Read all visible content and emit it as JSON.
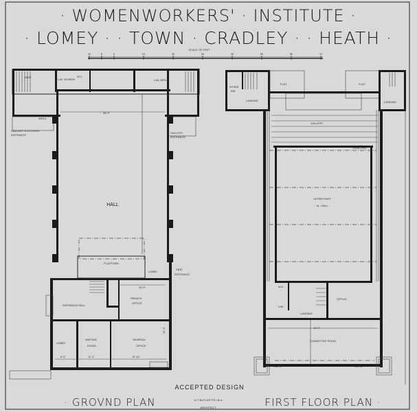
{
  "title": {
    "line1": "· WOMENWORKERS' · INSTITUTE ·",
    "line2": "· LOMEY · · TOWN · CRADLEY · · HEATH ·",
    "scale_label": "· SCALE OF FEET ·",
    "scale_ticks": [
      "10",
      "5",
      "0",
      "10",
      "20",
      "30",
      "40",
      "50",
      "60",
      "70"
    ]
  },
  "ground_plan": {
    "rooms": {
      "women": "LAV. WOMEN",
      "wc": "W.C.",
      "men": "LAV. MEN",
      "bin": "BINS",
      "area": "AREA",
      "gallery_kitchen_entrance_1": "GALLERY & KITCHEN",
      "gallery_kitchen_entrance_2": "ENTRANCE",
      "gallery_entrance_1": "GALLERY",
      "gallery_entrance_2": "ENTRANCE",
      "hall": "HALL",
      "platform": "PLATFORM",
      "lobby_side": "LOBBY",
      "side_entrance_1": "SIDE",
      "side_entrance_2": "ENTRANCE",
      "entrance_hall": "ENTRANCE HALL",
      "private_office_1": "PRIVATE",
      "private_office_2": "OFFICE",
      "lobby": "LOBBY",
      "waiting_room_1": "WAITING",
      "waiting_room_2": "ROOM",
      "general_office_1": "GENERAL",
      "general_office_2": "OFFICE"
    },
    "dimensions": {
      "hall_width": "36' 0\"",
      "private_office": "15' 0\"",
      "lobby": "8' 0\"",
      "waiting": "11' 0\"",
      "general": "19' 10\"",
      "general_depth": "14' 0\""
    }
  },
  "first_floor_plan": {
    "rooms": {
      "store_rm_1": "STORE",
      "store_rm_2": "RM.",
      "flat_left": "FLAT",
      "flat_right": "FLAT",
      "landing_left": "LANDING",
      "landing_right": "LANDING",
      "gallery": "GALLERY",
      "upper_hall_1": "UPPER PART",
      "upper_hall_2": "· of · HALL ·",
      "wc": "W.C.",
      "lav": "LAV.",
      "landing": "LANDING",
      "office": "OFFICE",
      "committee_room": "COMMITTEE ROOM",
      "cupd_left": "CUPD.",
      "cupd_right": "CUPD.",
      "principal": "PRINCIPAL"
    },
    "dimensions": {
      "committee_width": "40' 0\""
    }
  },
  "footer": {
    "accepted_design": "ACCEPTED  DESIGN",
    "ground_plan": "· GROVND  PLAN",
    "architect_name": "· A·T·BUTLER F.R.I.B.A ·",
    "architect": "ARCHITECT",
    "first_floor_plan": "FIRST  FLOOR  PLAN ·"
  }
}
